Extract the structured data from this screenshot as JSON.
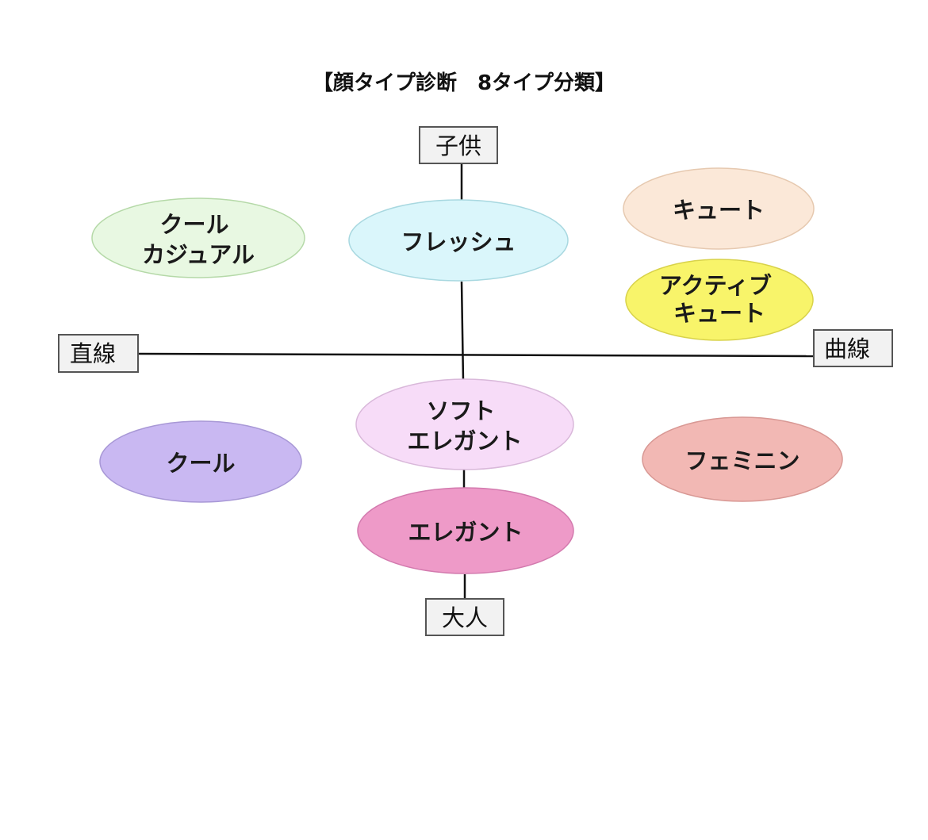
{
  "title": "【顔タイプ診断　8タイプ分類】",
  "axes": {
    "top": "子供",
    "bottom": "大人",
    "left": "直線",
    "right": "曲線"
  },
  "types": [
    {
      "lines": [
        "クール",
        "カジュアル"
      ],
      "fill": "#e8f8e2",
      "stroke": "#b5d9a8"
    },
    {
      "lines": [
        "フレッシュ"
      ],
      "fill": "#daf6fb",
      "stroke": "#a8d8e0"
    },
    {
      "lines": [
        "キュート"
      ],
      "fill": "#fbe8d8",
      "stroke": "#e6c9b0"
    },
    {
      "lines": [
        "アクティブ",
        "キュート"
      ],
      "fill": "#f8f46a",
      "stroke": "#d8d24a"
    },
    {
      "lines": [
        "ソフト",
        "エレガント"
      ],
      "fill": "#f7dcf8",
      "stroke": "#d9b8da"
    },
    {
      "lines": [
        "クール"
      ],
      "fill": "#c9b8f2",
      "stroke": "#a898d6"
    },
    {
      "lines": [
        "フェミニン"
      ],
      "fill": "#f2b8b4",
      "stroke": "#d89894"
    },
    {
      "lines": [
        "エレガント"
      ],
      "fill": "#ee9ac8",
      "stroke": "#d37aae"
    }
  ]
}
